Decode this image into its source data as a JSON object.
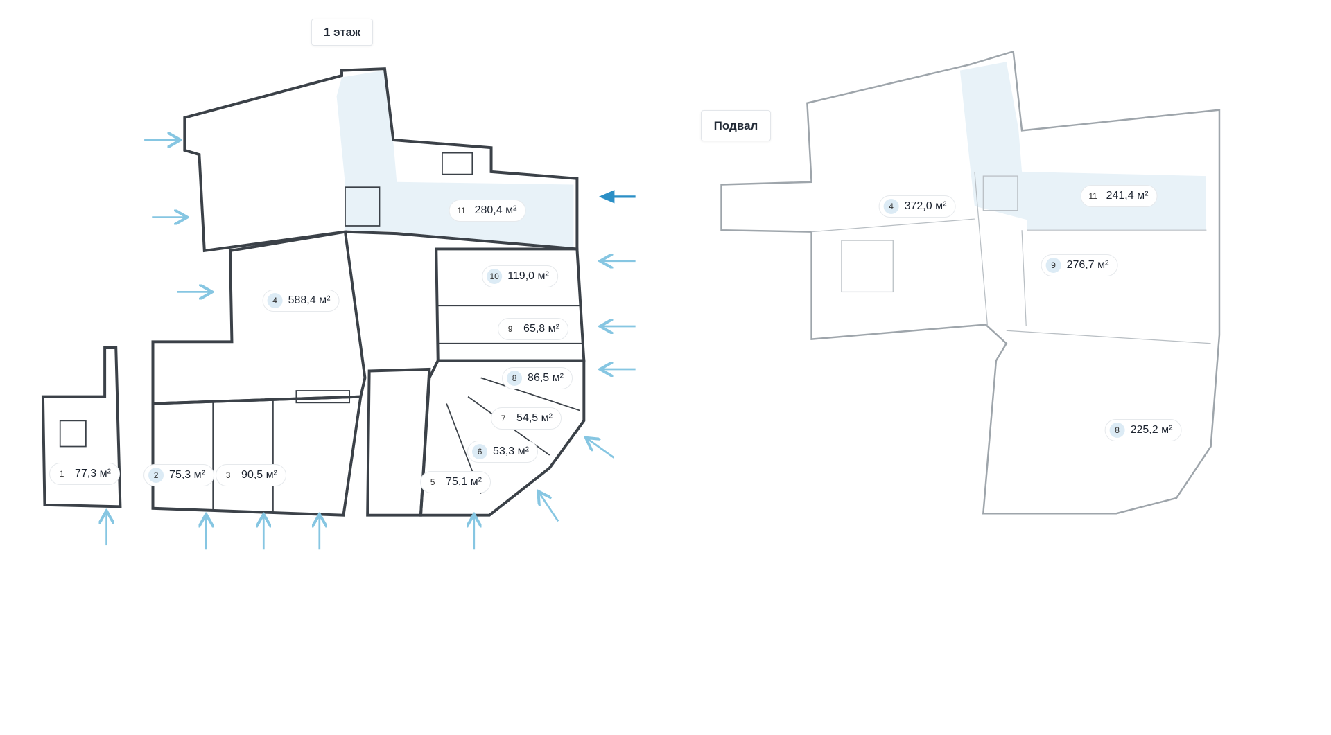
{
  "floors": {
    "first": {
      "title": "1 этаж",
      "rooms": [
        {
          "num": "1",
          "area": "77,3 м²"
        },
        {
          "num": "2",
          "area": "75,3 м²"
        },
        {
          "num": "3",
          "area": "90,5 м²"
        },
        {
          "num": "4",
          "area": "588,4 м²"
        },
        {
          "num": "5",
          "area": "75,1 м²"
        },
        {
          "num": "6",
          "area": "53,3 м²"
        },
        {
          "num": "7",
          "area": "54,5 м²"
        },
        {
          "num": "8",
          "area": "86,5 м²"
        },
        {
          "num": "9",
          "area": "65,8 м²"
        },
        {
          "num": "10",
          "area": "119,0 м²"
        },
        {
          "num": "11",
          "area": "280,4 м²"
        }
      ]
    },
    "basement": {
      "title": "Подвал",
      "rooms": [
        {
          "num": "4",
          "area": "372,0 м²"
        },
        {
          "num": "11",
          "area": "241,4 м²"
        },
        {
          "num": "9",
          "area": "276,7 м²"
        },
        {
          "num": "8",
          "area": "225,2 м²"
        }
      ]
    }
  },
  "colors": {
    "highlight": "#e8f2f8",
    "arrow": "#86c6e2",
    "arrow_active": "#2b8fc6",
    "wall": "#3b4148"
  }
}
